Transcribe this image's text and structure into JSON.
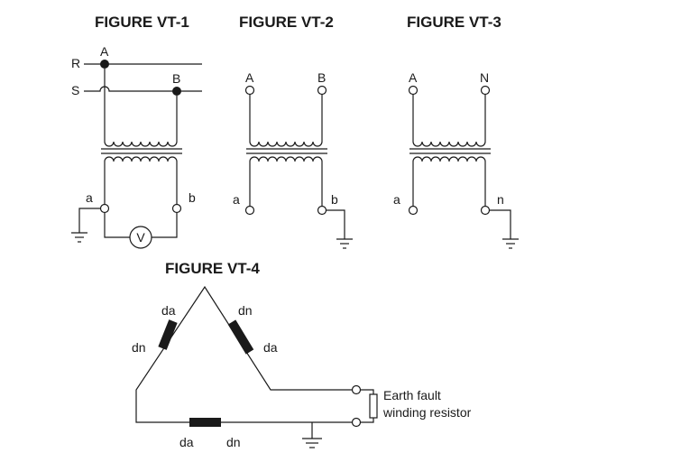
{
  "figures": {
    "vt1": {
      "title": "FIGURE VT-1",
      "bus_r": "R",
      "bus_s": "S",
      "primary_a": "A",
      "primary_b": "B",
      "secondary_a": "a",
      "secondary_b": "b",
      "meter": "V"
    },
    "vt2": {
      "title": "FIGURE VT-2",
      "primary_a": "A",
      "primary_b": "B",
      "secondary_a": "a",
      "secondary_b": "b"
    },
    "vt3": {
      "title": "FIGURE VT-3",
      "primary_a": "A",
      "primary_n": "N",
      "secondary_a": "a",
      "secondary_n": "n"
    },
    "vt4": {
      "title": "FIGURE VT-4",
      "left_da": "da",
      "left_dn": "dn",
      "right_dn": "dn",
      "right_da": "da",
      "bottom_da": "da",
      "bottom_dn": "dn",
      "resistor_line1": "Earth fault",
      "resistor_line2": "winding resistor"
    }
  },
  "colors": {
    "ink": "#1a1a1a",
    "background": "#ffffff"
  }
}
